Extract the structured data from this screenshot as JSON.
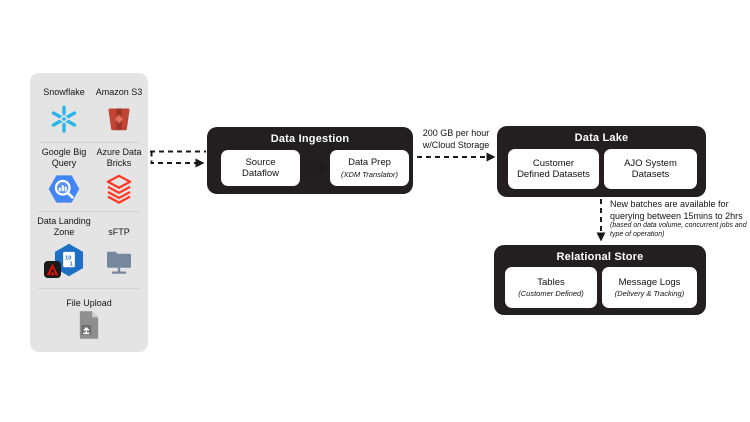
{
  "diagram": {
    "sources_panel": {
      "items": [
        {
          "label": "Snowflake",
          "icon": "snowflake-icon"
        },
        {
          "label": "Amazon S3",
          "icon": "amazon-s3-icon"
        },
        {
          "label": "Google Big Query",
          "icon": "google-bigquery-icon"
        },
        {
          "label": "Azure Data Bricks",
          "icon": "azure-databricks-icon"
        },
        {
          "label": "Data Landing Zone",
          "icon": "data-landing-zone-icon"
        },
        {
          "label": "sFTP",
          "icon": "sftp-folder-icon"
        },
        {
          "label": "File Upload",
          "icon": "file-upload-icon"
        }
      ]
    },
    "data_ingestion": {
      "title": "Data Ingestion",
      "source_dataflow": {
        "line1": "Source",
        "line2": "Dataflow"
      },
      "data_prep": {
        "title": "Data Prep",
        "subtitle": "(XDM Translator)"
      }
    },
    "throughput_label": {
      "line1": "200 GB per hour",
      "line2": "w/Cloud Storage"
    },
    "data_lake": {
      "title": "Data Lake",
      "customer_datasets": {
        "line1": "Customer",
        "line2": "Defined Datasets"
      },
      "ajo_datasets": {
        "line1": "AJO System",
        "line2": "Datasets"
      }
    },
    "batch_note": {
      "line1": "New batches are available for",
      "line2": "querying between 15mins to 2hrs",
      "line3": "(based on data volume, concurrent jobs and",
      "line4": "type of operation)"
    },
    "relational_store": {
      "title": "Relational Store",
      "tables": {
        "title": "Tables",
        "subtitle": "(Customer Defined)"
      },
      "message_logs": {
        "title": "Message Logs",
        "subtitle": "(Delivery & Tracking)"
      }
    },
    "colors": {
      "panel_bg": "#e4e4e5",
      "group_box_black": "#231f20",
      "snowflake_blue": "#29b5e8",
      "s3_red": "#c24434",
      "bigquery_blue": "#4285f4",
      "databricks_red": "#ff3621",
      "landing_zone_blue": "#1f6fc5",
      "adobe_red": "#eb1000",
      "sftp_gray": "#76879e",
      "file_gray": "#8f8f8f",
      "connector_black": "#1a1a1a"
    }
  }
}
